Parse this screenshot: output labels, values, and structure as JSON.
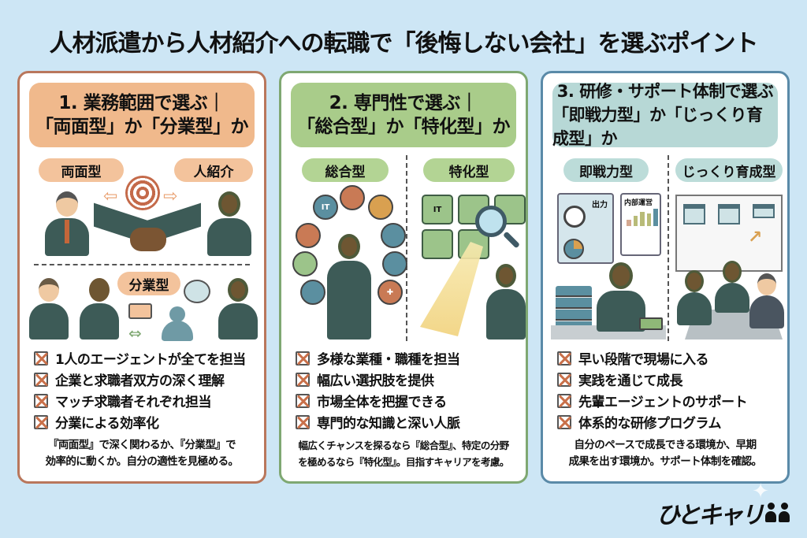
{
  "title": "人材派遣から人材紹介への転職で「後悔しない会社」を選ぶポイント",
  "colors": {
    "background": "#cde6f5",
    "panel1_border": "#b9775c",
    "panel1_head": "#f0b98c",
    "panel2_border": "#7fa872",
    "panel2_head": "#a9cc8a",
    "panel3_border": "#5a8aa8",
    "panel3_head": "#b7d8d6",
    "check_mark": "#c9704a"
  },
  "panels": [
    {
      "heading_line1": "1. 業務範囲で選ぶ｜",
      "heading_line2": "「両面型」か「分業型」か",
      "labels": [
        "両面型",
        "人紹介",
        "分業型"
      ],
      "items": [
        "1人のエージェントが全てを担当",
        "企業と求職者双方の深く理解",
        "マッチ求職者それぞれ担当",
        "分業による効率化"
      ],
      "note_line1": "『両面型』で深く関わるか、『分業型』で",
      "note_line2": "効率的に動くか。自分の適性を見極める。"
    },
    {
      "heading_line1": "2. 専門性で選ぶ｜",
      "heading_line2": "「総合型」か「特化型」か",
      "labels": [
        "総合型",
        "特化型"
      ],
      "tile_labels": [
        "IT",
        "IT"
      ],
      "items": [
        "多様な業種・職種を担当",
        "幅広い選択肢を提供",
        "市場全体を把握できる",
        "専門的な知識と深い人脈"
      ],
      "note_line1": "幅広くチャンスを探るなら『総合型』、特定の分野",
      "note_line2": "を極めるなら『特化型』。目指すキャリアを考慮。"
    },
    {
      "heading_line1": "3. 研修・サポート体制で選ぶ",
      "heading_line2": "「即戦力型」か「じっくり育成型」か",
      "labels": [
        "即戦力型",
        "じっくり育成型"
      ],
      "board_labels": [
        "出力",
        "内部運営"
      ],
      "items": [
        "早い段階で現場に入る",
        "実践を通じて成長",
        "先輩エージェントのサポート",
        "体系的な研修プログラム"
      ],
      "note_line1": "自分のペースで成長できる環境か、早期",
      "note_line2": "成果を出す環境か。サポート体制を確認。"
    }
  ],
  "logo": {
    "text": "ひとキャリ",
    "icon": "people-icon"
  }
}
